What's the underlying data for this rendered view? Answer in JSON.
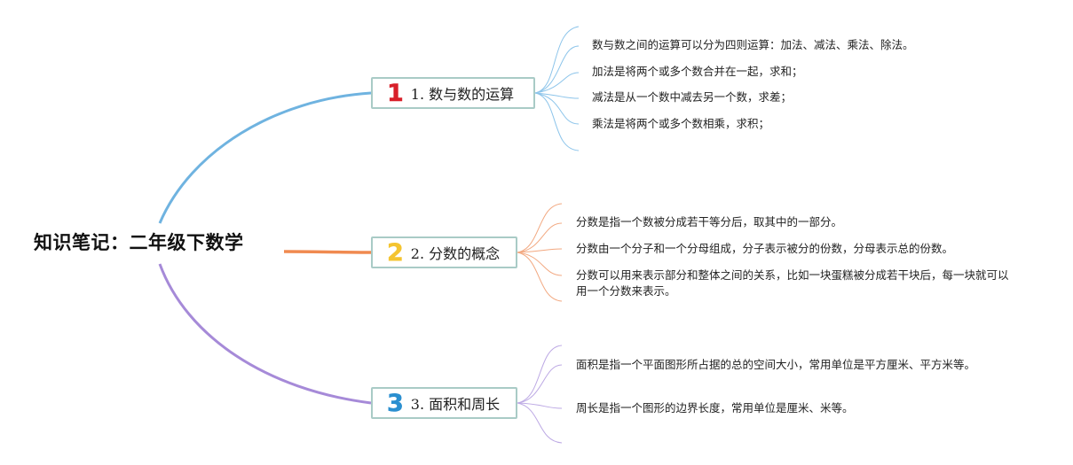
{
  "root": {
    "title": "知识笔记：二年级下数学"
  },
  "branches": [
    {
      "number": "1",
      "number_color": "#d8202a",
      "label": "1. 数与数的运算",
      "line_color": "#6fb3e0",
      "leaves": [
        "数与数之间的运算可以分为四则运算：加法、减法、乘法、除法。",
        "加法是将两个或多个数合并在一起，求和；",
        "减法是从一个数中减去另一个数，求差；",
        "乘法是将两个或多个数相乘，求积；"
      ]
    },
    {
      "number": "2",
      "number_color": "#f4c430",
      "label": "2. 分数的概念",
      "line_color": "#f08a50",
      "leaves": [
        "分数是指一个数被分成若干等分后，取其中的一部分。",
        "分数由一个分子和一个分母组成，分子表示被分的份数，分母表示总的份数。",
        "分数可以用来表示部分和整体之间的关系，比如一块蛋糕被分成若干块后，每一块就可以用一个分数来表示。"
      ]
    },
    {
      "number": "3",
      "number_color": "#2a8fd0",
      "label": "3. 面积和周长",
      "line_color": "#a68ad8",
      "leaves": [
        "面积是指一个平面图形所占据的总的空间大小，常用单位是平方厘米、平方米等。",
        "周长是指一个图形的边界长度，常用单位是厘米、米等。"
      ]
    }
  ]
}
